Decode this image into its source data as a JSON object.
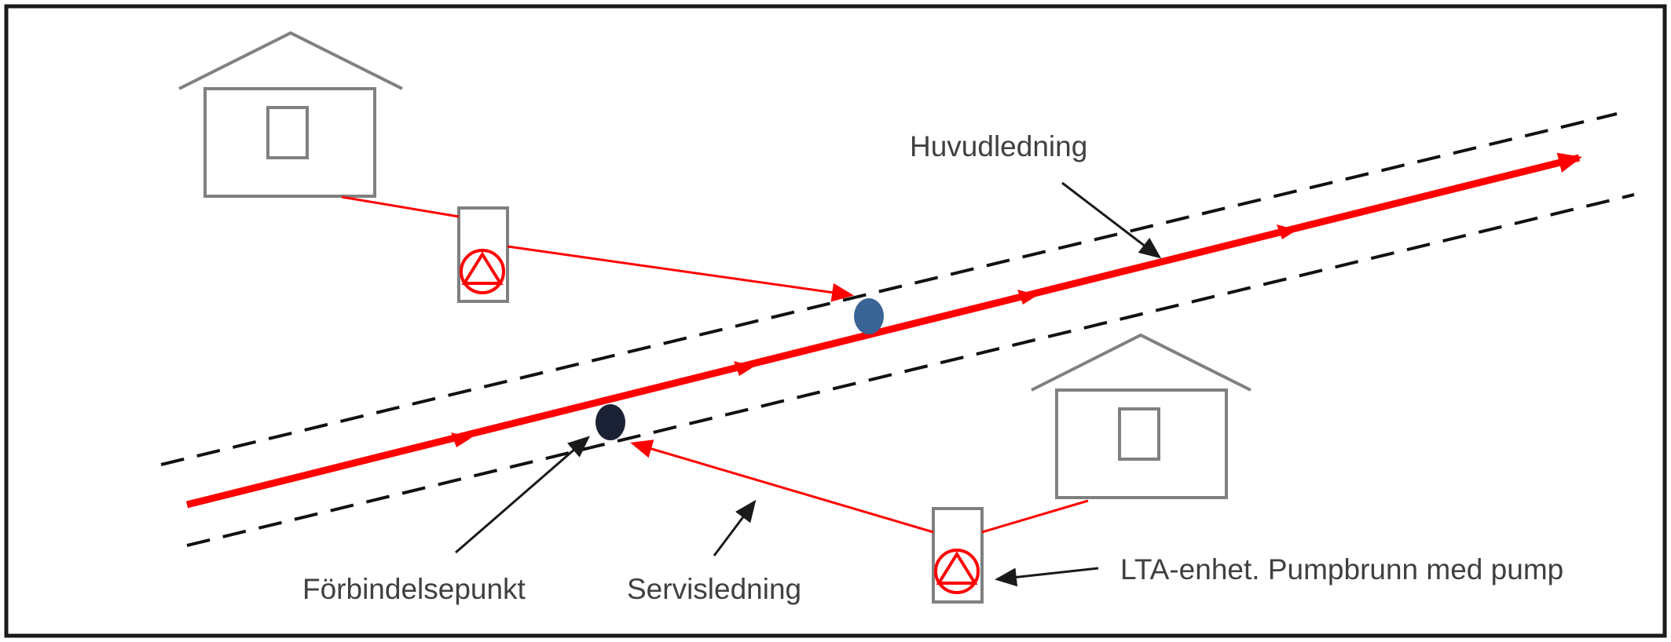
{
  "labels": {
    "main_line": "Huvudledning",
    "connection_point": "Förbindelsepunkt",
    "service_line": "Servisledning",
    "lta_unit": "LTA-enhet. Pumpbrunn med pump"
  },
  "colors": {
    "pipe": "#ff0000",
    "dashed_line": "#111111",
    "house_outline": "#808080",
    "arrow_annotation": "#1a1a1a",
    "connection_point_upper": "#3a6496",
    "connection_point_lower": "#1c2236",
    "frame": "#1a1a1a"
  },
  "icons": {
    "pump_symbol": "circle-with-triangle-pump-icon",
    "house": "house-icon"
  }
}
